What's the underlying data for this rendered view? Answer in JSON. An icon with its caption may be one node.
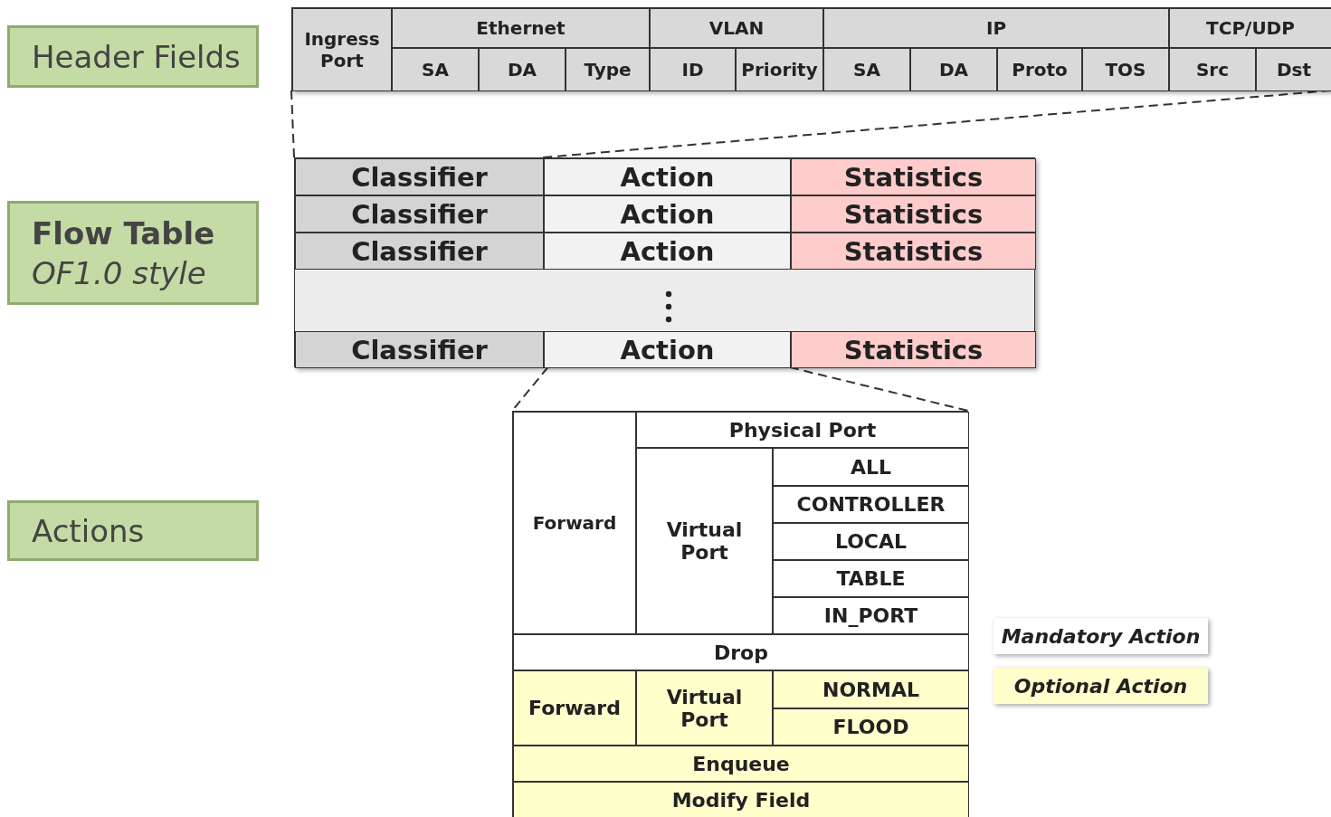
{
  "diagram": {
    "nodes": [
      {
        "text": [
          "Header Fields"
        ]
      },
      {
        "text": [],
        "shape": "box"
      },
      {
        "text": [
          "Ingress Port"
        ],
        "in": 1
      },
      {
        "text": [
          "Ethernet"
        ],
        "in": 1
      },
      {
        "text": [
          "VLAN"
        ],
        "in": 1
      },
      {
        "text": [
          "IP"
        ],
        "in": 1
      },
      {
        "text": [
          "TCP/UDP"
        ],
        "in": 1
      },
      {
        "text": [
          "SA"
        ],
        "in": 1
      },
      {
        "text": [
          "DA"
        ],
        "in": 1
      },
      {
        "text": [
          "Type"
        ],
        "in": 1
      },
      {
        "text": [
          "ID"
        ],
        "in": 1
      },
      {
        "text": [
          "Priority"
        ],
        "in": 1
      },
      {
        "text": [
          "SA"
        ],
        "in": 1
      },
      {
        "text": [
          "DA"
        ],
        "in": 1
      },
      {
        "text": [
          "Proto"
        ],
        "in": 1
      },
      {
        "text": [
          "TOS"
        ],
        "in": 1
      },
      {
        "text": [
          "Src"
        ],
        "in": 1
      },
      {
        "text": [
          "Dst"
        ],
        "in": 1
      },
      {
        "text": [
          "Flow Table",
          "OF1.0 style"
        ]
      },
      {
        "text": [],
        "shape": "box"
      },
      {
        "text": [
          "Classifier"
        ],
        "in": 19
      },
      {
        "text": [
          "Action"
        ],
        "in": 19
      },
      {
        "text": [
          "Statistics"
        ],
        "in": 19
      },
      {
        "text": [
          "Classifier"
        ],
        "in": 19
      },
      {
        "text": [
          "Action"
        ],
        "in": 19
      },
      {
        "text": [
          "Statistics"
        ],
        "in": 19
      },
      {
        "text": [
          "Classifier"
        ],
        "in": 19
      },
      {
        "text": [
          "Action"
        ],
        "in": 19
      },
      {
        "text": [
          "Statistics"
        ],
        "in": 19
      },
      {
        "text": [
          "Classifier"
        ],
        "in": 19
      },
      {
        "text": [
          "Action"
        ],
        "in": 19
      },
      {
        "text": [
          "Statistics"
        ],
        "in": 19
      },
      {
        "text": [
          "Actions"
        ]
      },
      {
        "text": [],
        "shape": "box"
      },
      {
        "text": [
          "Forward"
        ],
        "in": 33
      },
      {
        "text": [
          "Physical Port"
        ],
        "in": 33
      },
      {
        "text": [
          "Virtual Port"
        ],
        "in": 33
      },
      {
        "text": [
          "ALL"
        ],
        "in": 33
      },
      {
        "text": [
          "CONTROLLER"
        ],
        "in": 33
      },
      {
        "text": [
          "LOCAL"
        ],
        "in": 33
      },
      {
        "text": [
          "TABLE"
        ],
        "in": 33
      },
      {
        "text": [
          "IN_PORT"
        ],
        "in": 33
      },
      {
        "text": [
          "Drop"
        ],
        "in": 33
      },
      {
        "text": [
          "Forward"
        ],
        "in": 33
      },
      {
        "text": [
          "Virtual Port"
        ],
        "in": 33
      },
      {
        "text": [
          "NORMAL"
        ],
        "in": 33
      },
      {
        "text": [
          "FLOOD"
        ],
        "in": 33
      },
      {
        "text": [
          "Enqueue"
        ],
        "in": 33
      },
      {
        "text": [
          "Modify Field"
        ],
        "in": 33
      }
    ],
    "edges": [
      {
        "from": 1,
        "to": 20,
        "arrow": "none",
        "style": "dashed"
      },
      {
        "from": 1,
        "to": 20,
        "arrow": "none",
        "style": "dashed"
      },
      {
        "from": 30,
        "to": 33,
        "arrow": "none",
        "style": "dashed"
      },
      {
        "from": 30,
        "to": 33,
        "arrow": "none",
        "style": "dashed"
      }
    ],
    "legend": [
      {
        "text": "Mandatory Action",
        "color": "#ffffff"
      },
      {
        "text": "Optional Action",
        "color": "#ffffcc"
      }
    ]
  }
}
